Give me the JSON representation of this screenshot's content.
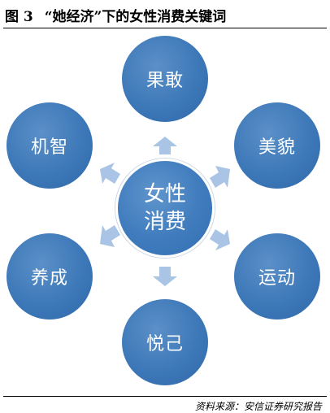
{
  "title": {
    "figure_number": "图 3",
    "text": "“她经济”下的女性消费关键词"
  },
  "center": {
    "line1": "女性",
    "line2": "消费"
  },
  "keywords": {
    "top": "果敢",
    "upper_right": "美貌",
    "lower_right": "运动",
    "bottom": "悦己",
    "lower_left": "养成",
    "upper_left": "机智"
  },
  "source": "资料来源：安信证券研究报告",
  "colors": {
    "circle": "#3d78b8",
    "arrow": "#a9c4e4"
  }
}
